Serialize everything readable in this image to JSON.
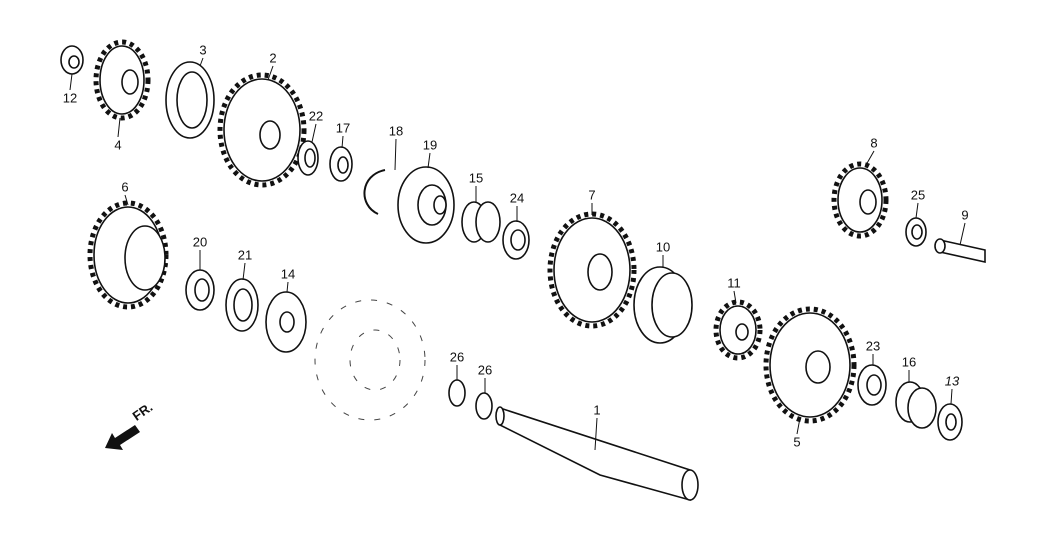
{
  "diagram": {
    "direction_label": "FR.",
    "parts": [
      {
        "id": "p12",
        "label": "12"
      },
      {
        "id": "p4",
        "label": "4"
      },
      {
        "id": "p3",
        "label": "3"
      },
      {
        "id": "p2",
        "label": "2"
      },
      {
        "id": "p22",
        "label": "22"
      },
      {
        "id": "p17",
        "label": "17"
      },
      {
        "id": "p18",
        "label": "18"
      },
      {
        "id": "p19",
        "label": "19"
      },
      {
        "id": "p15",
        "label": "15"
      },
      {
        "id": "p24",
        "label": "24"
      },
      {
        "id": "p7",
        "label": "7"
      },
      {
        "id": "p8",
        "label": "8"
      },
      {
        "id": "p25",
        "label": "25"
      },
      {
        "id": "p9",
        "label": "9"
      },
      {
        "id": "p6",
        "label": "6"
      },
      {
        "id": "p20",
        "label": "20"
      },
      {
        "id": "p21",
        "label": "21"
      },
      {
        "id": "p14",
        "label": "14"
      },
      {
        "id": "p10",
        "label": "10"
      },
      {
        "id": "p11",
        "label": "11"
      },
      {
        "id": "p5",
        "label": "5"
      },
      {
        "id": "p23",
        "label": "23"
      },
      {
        "id": "p16",
        "label": "16"
      },
      {
        "id": "p13",
        "label": "13"
      },
      {
        "id": "p26a",
        "label": "26"
      },
      {
        "id": "p26b",
        "label": "26"
      },
      {
        "id": "p1",
        "label": "1"
      }
    ]
  }
}
